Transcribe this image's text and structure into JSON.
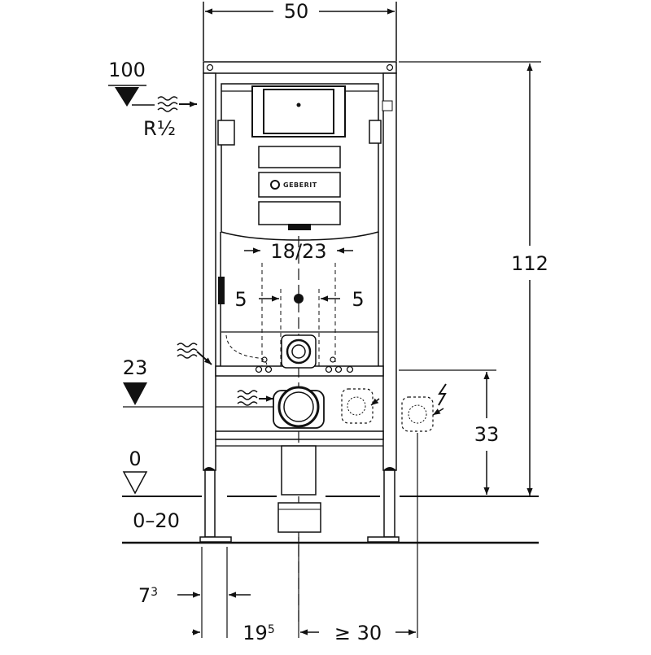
{
  "dimensions": {
    "width": "50",
    "height": "112",
    "elevation_top": "100",
    "connection": "R½",
    "elevation_pipe": "23",
    "elevation_floor": "0",
    "floor_range": "0–20",
    "flush_spacing": "18/23",
    "left_offset": "5",
    "right_offset": "5",
    "socket_height": "33",
    "foot_base": "7",
    "foot_base_sup": "3",
    "axis_offset": "19",
    "axis_offset_sup": "5",
    "min_clearance": "≥ 30"
  },
  "brand": "GEBERIT",
  "colors": {
    "line": "#111111",
    "frame_fill": "#ffffff",
    "grey": "#9a9a9a"
  }
}
